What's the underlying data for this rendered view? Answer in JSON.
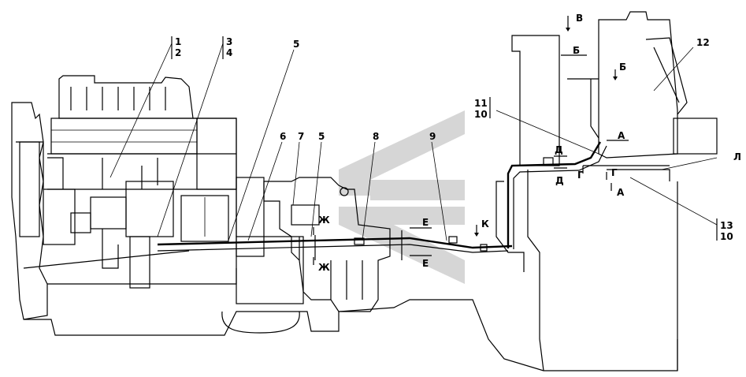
{
  "callouts": {
    "c1": "1",
    "c2": "2",
    "c3": "3",
    "c4": "4",
    "c5a": "5",
    "c6": "6",
    "c7": "7",
    "c5b": "5",
    "c8": "8",
    "c9": "9",
    "c12": "12",
    "c11": "11",
    "c10a": "10",
    "c13": "13",
    "c10b": "10"
  },
  "section_marks": {
    "v": "В",
    "b_left": "Б",
    "b_right": "Б",
    "a_top": "А",
    "a_bottom": "А",
    "d_top": "Д",
    "d_bottom": "Д",
    "g_left": "Г",
    "g_right": "Г",
    "l": "Л",
    "zh_top": "Ж",
    "zh_bottom": "Ж",
    "e_top": "Е",
    "e_bottom": "Е",
    "k": "К"
  },
  "colors": {
    "line": "#000000",
    "watermark": "#d6d6d6",
    "background": "#ffffff"
  }
}
